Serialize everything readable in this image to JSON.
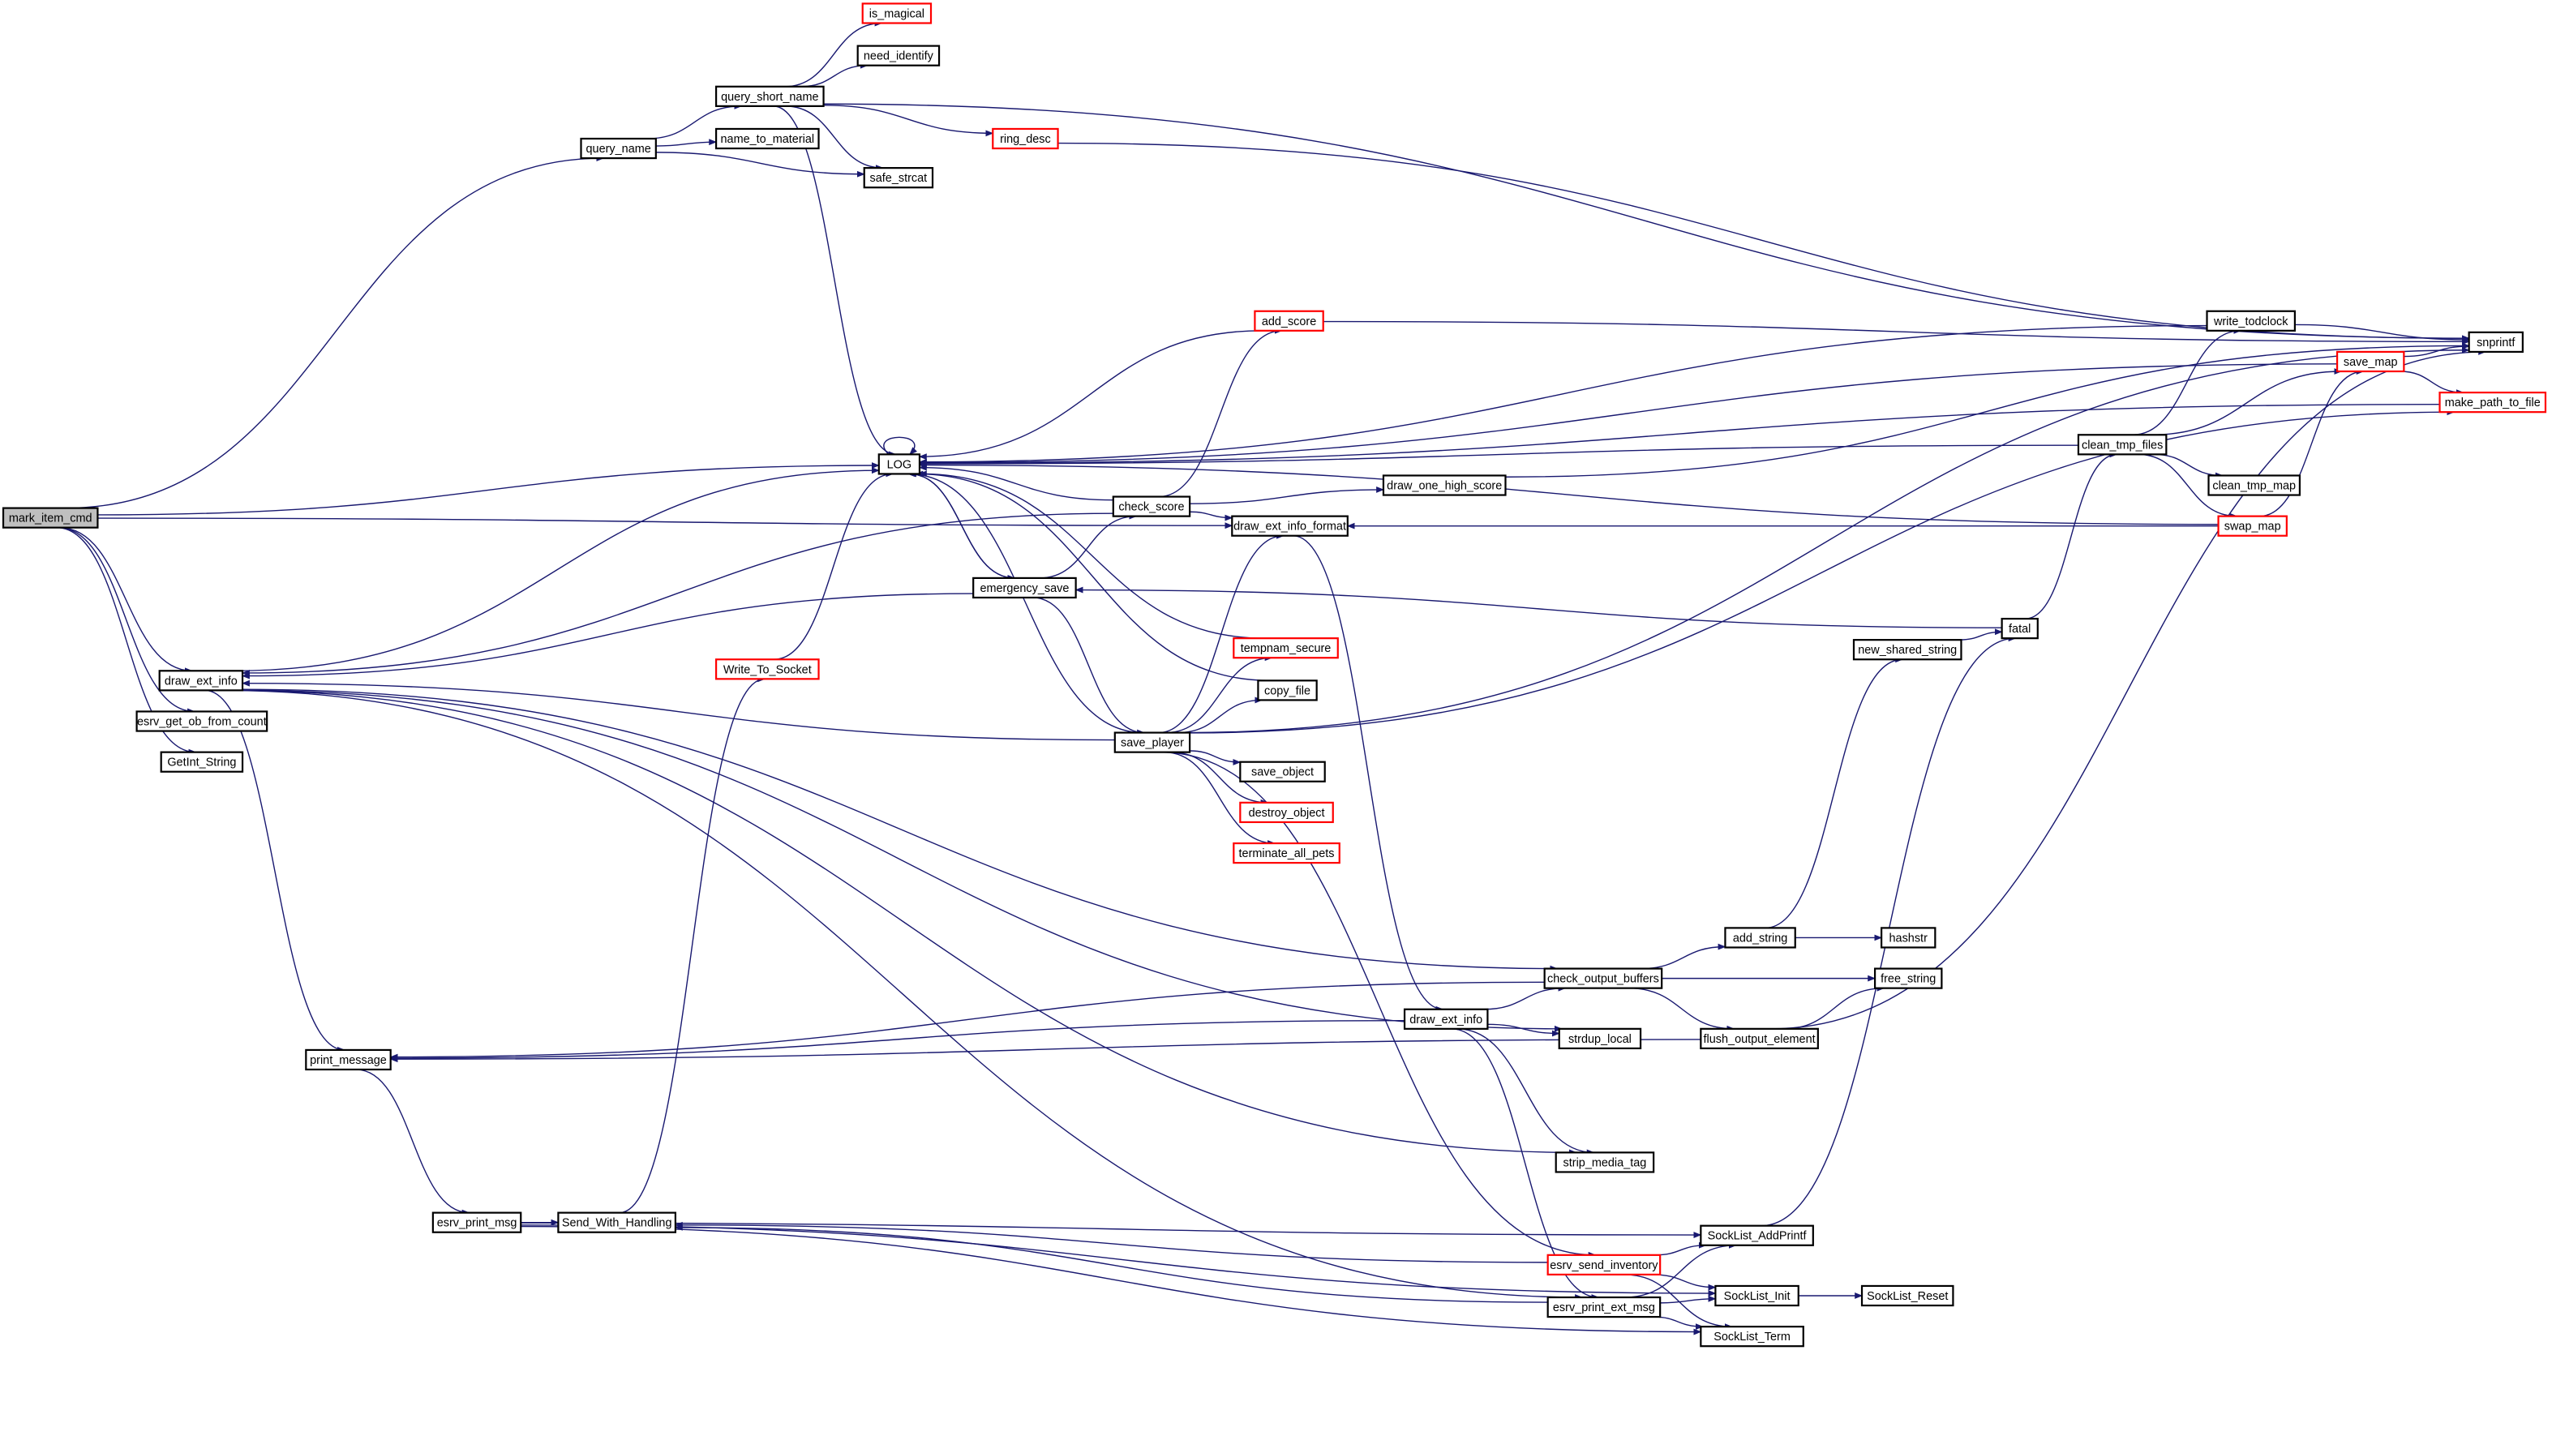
{
  "colors": {
    "edge": "#191970",
    "root_fill": "#bfbfbf",
    "border_normal": "#000000",
    "border_truncated": "#ff0000",
    "node_fill": "#ffffff"
  },
  "nodes": [
    {
      "id": "mark_item_cmd",
      "label": "mark_item_cmd",
      "style": "root"
    },
    {
      "id": "query_name",
      "label": "query_name",
      "style": "normal"
    },
    {
      "id": "query_short_name",
      "label": "query_short_name",
      "style": "normal"
    },
    {
      "id": "is_magical",
      "label": "is_magical",
      "style": "truncated"
    },
    {
      "id": "need_identify",
      "label": "need_identify",
      "style": "normal"
    },
    {
      "id": "name_to_material",
      "label": "name_to_material",
      "style": "normal"
    },
    {
      "id": "safe_strcat",
      "label": "safe_strcat",
      "style": "normal"
    },
    {
      "id": "ring_desc",
      "label": "ring_desc",
      "style": "truncated"
    },
    {
      "id": "LOG",
      "label": "LOG",
      "style": "normal"
    },
    {
      "id": "draw_ext_info_l",
      "label": "draw_ext_info",
      "style": "normal"
    },
    {
      "id": "esrv_get_ob_from_count",
      "label": "esrv_get_ob_from_count",
      "style": "normal"
    },
    {
      "id": "GetInt_String",
      "label": "GetInt_String",
      "style": "normal"
    },
    {
      "id": "Write_To_Socket",
      "label": "Write_To_Socket",
      "style": "truncated"
    },
    {
      "id": "emergency_save",
      "label": "emergency_save",
      "style": "normal"
    },
    {
      "id": "check_score",
      "label": "check_score",
      "style": "normal"
    },
    {
      "id": "draw_ext_info_format",
      "label": "draw_ext_info_format",
      "style": "normal"
    },
    {
      "id": "draw_one_high_score",
      "label": "draw_one_high_score",
      "style": "normal"
    },
    {
      "id": "add_score",
      "label": "add_score",
      "style": "truncated"
    },
    {
      "id": "tempnam_secure",
      "label": "tempnam_secure",
      "style": "truncated"
    },
    {
      "id": "copy_file",
      "label": "copy_file",
      "style": "normal"
    },
    {
      "id": "save_player",
      "label": "save_player",
      "style": "normal"
    },
    {
      "id": "save_object",
      "label": "save_object",
      "style": "normal"
    },
    {
      "id": "destroy_object",
      "label": "destroy_object",
      "style": "truncated"
    },
    {
      "id": "terminate_all_pets",
      "label": "terminate_all_pets",
      "style": "truncated"
    },
    {
      "id": "write_todclock",
      "label": "write_todclock",
      "style": "normal"
    },
    {
      "id": "snprintf",
      "label": "snprintf",
      "style": "normal"
    },
    {
      "id": "save_map",
      "label": "save_map",
      "style": "truncated"
    },
    {
      "id": "make_path_to_file",
      "label": "make_path_to_file",
      "style": "truncated"
    },
    {
      "id": "clean_tmp_files",
      "label": "clean_tmp_files",
      "style": "normal"
    },
    {
      "id": "clean_tmp_map",
      "label": "clean_tmp_map",
      "style": "normal"
    },
    {
      "id": "swap_map",
      "label": "swap_map",
      "style": "truncated"
    },
    {
      "id": "fatal",
      "label": "fatal",
      "style": "normal"
    },
    {
      "id": "new_shared_string",
      "label": "new_shared_string",
      "style": "normal"
    },
    {
      "id": "add_string",
      "label": "add_string",
      "style": "normal"
    },
    {
      "id": "hashstr",
      "label": "hashstr",
      "style": "normal"
    },
    {
      "id": "check_output_buffers",
      "label": "check_output_buffers",
      "style": "normal"
    },
    {
      "id": "free_string",
      "label": "free_string",
      "style": "normal"
    },
    {
      "id": "draw_ext_info_m",
      "label": "draw_ext_info",
      "style": "normal"
    },
    {
      "id": "strdup_local",
      "label": "strdup_local",
      "style": "normal"
    },
    {
      "id": "flush_output_element",
      "label": "flush_output_element",
      "style": "normal"
    },
    {
      "id": "print_message",
      "label": "print_message",
      "style": "normal"
    },
    {
      "id": "strip_media_tag",
      "label": "strip_media_tag",
      "style": "normal"
    },
    {
      "id": "esrv_print_msg",
      "label": "esrv_print_msg",
      "style": "normal"
    },
    {
      "id": "Send_With_Handling",
      "label": "Send_With_Handling",
      "style": "normal"
    },
    {
      "id": "SockList_AddPrintf",
      "label": "SockList_AddPrintf",
      "style": "normal"
    },
    {
      "id": "esrv_send_inventory",
      "label": "esrv_send_inventory",
      "style": "truncated"
    },
    {
      "id": "esrv_print_ext_msg",
      "label": "esrv_print_ext_msg",
      "style": "normal"
    },
    {
      "id": "SockList_Init",
      "label": "SockList_Init",
      "style": "normal"
    },
    {
      "id": "SockList_Reset",
      "label": "SockList_Reset",
      "style": "normal"
    },
    {
      "id": "SockList_Term",
      "label": "SockList_Term",
      "style": "normal"
    }
  ],
  "edges": [
    [
      "mark_item_cmd",
      "query_name"
    ],
    [
      "mark_item_cmd",
      "draw_ext_info_format"
    ],
    [
      "mark_item_cmd",
      "LOG"
    ],
    [
      "mark_item_cmd",
      "draw_ext_info_l"
    ],
    [
      "mark_item_cmd",
      "esrv_get_ob_from_count"
    ],
    [
      "mark_item_cmd",
      "GetInt_String"
    ],
    [
      "query_name",
      "query_short_name"
    ],
    [
      "query_name",
      "name_to_material"
    ],
    [
      "query_name",
      "safe_strcat"
    ],
    [
      "query_short_name",
      "is_magical"
    ],
    [
      "query_short_name",
      "need_identify"
    ],
    [
      "query_short_name",
      "snprintf"
    ],
    [
      "query_short_name",
      "ring_desc"
    ],
    [
      "query_short_name",
      "safe_strcat"
    ],
    [
      "query_short_name",
      "LOG"
    ],
    [
      "ring_desc",
      "snprintf"
    ],
    [
      "LOG",
      "LOG"
    ],
    [
      "LOG",
      "emergency_save"
    ],
    [
      "emergency_save",
      "check_score"
    ],
    [
      "emergency_save",
      "save_player"
    ],
    [
      "emergency_save",
      "draw_ext_info_l"
    ],
    [
      "emergency_save",
      "LOG"
    ],
    [
      "check_score",
      "add_score"
    ],
    [
      "check_score",
      "draw_one_high_score"
    ],
    [
      "check_score",
      "draw_ext_info_format"
    ],
    [
      "check_score",
      "LOG"
    ],
    [
      "check_score",
      "draw_ext_info_l"
    ],
    [
      "add_score",
      "LOG"
    ],
    [
      "add_score",
      "snprintf"
    ],
    [
      "draw_one_high_score",
      "snprintf"
    ],
    [
      "draw_ext_info_format",
      "draw_ext_info_m"
    ],
    [
      "save_player",
      "LOG"
    ],
    [
      "save_player",
      "draw_ext_info_format"
    ],
    [
      "save_player",
      "tempnam_secure"
    ],
    [
      "save_player",
      "copy_file"
    ],
    [
      "save_player",
      "save_object"
    ],
    [
      "save_player",
      "destroy_object"
    ],
    [
      "save_player",
      "terminate_all_pets"
    ],
    [
      "save_player",
      "draw_ext_info_l"
    ],
    [
      "save_player",
      "snprintf"
    ],
    [
      "save_player",
      "make_path_to_file"
    ],
    [
      "save_player",
      "esrv_send_inventory"
    ],
    [
      "tempnam_secure",
      "LOG"
    ],
    [
      "copy_file",
      "LOG"
    ],
    [
      "Write_To_Socket",
      "LOG"
    ],
    [
      "clean_tmp_files",
      "LOG"
    ],
    [
      "clean_tmp_files",
      "write_todclock"
    ],
    [
      "clean_tmp_files",
      "save_map"
    ],
    [
      "clean_tmp_files",
      "clean_tmp_map"
    ],
    [
      "clean_tmp_files",
      "swap_map"
    ],
    [
      "write_todclock",
      "LOG"
    ],
    [
      "write_todclock",
      "snprintf"
    ],
    [
      "save_map",
      "LOG"
    ],
    [
      "save_map",
      "snprintf"
    ],
    [
      "save_map",
      "make_path_to_file"
    ],
    [
      "make_path_to_file",
      "LOG"
    ],
    [
      "swap_map",
      "LOG"
    ],
    [
      "swap_map",
      "save_map"
    ],
    [
      "swap_map",
      "draw_ext_info_format"
    ],
    [
      "fatal",
      "emergency_save"
    ],
    [
      "fatal",
      "clean_tmp_files"
    ],
    [
      "new_shared_string",
      "fatal"
    ],
    [
      "add_string",
      "new_shared_string"
    ],
    [
      "add_string",
      "hashstr"
    ],
    [
      "check_output_buffers",
      "add_string"
    ],
    [
      "check_output_buffers",
      "free_string"
    ],
    [
      "check_output_buffers",
      "flush_output_element"
    ],
    [
      "check_output_buffers",
      "print_message"
    ],
    [
      "flush_output_element",
      "free_string"
    ],
    [
      "flush_output_element",
      "snprintf"
    ],
    [
      "flush_output_element",
      "print_message"
    ],
    [
      "draw_ext_info_m",
      "check_output_buffers"
    ],
    [
      "draw_ext_info_m",
      "strdup_local"
    ],
    [
      "draw_ext_info_m",
      "strip_media_tag"
    ],
    [
      "draw_ext_info_m",
      "print_message"
    ],
    [
      "draw_ext_info_m",
      "esrv_print_ext_msg"
    ],
    [
      "draw_ext_info_l",
      "LOG"
    ],
    [
      "draw_ext_info_l",
      "print_message"
    ],
    [
      "draw_ext_info_l",
      "check_output_buffers"
    ],
    [
      "draw_ext_info_l",
      "strdup_local"
    ],
    [
      "draw_ext_info_l",
      "strip_media_tag"
    ],
    [
      "draw_ext_info_l",
      "esrv_print_ext_msg"
    ],
    [
      "print_message",
      "esrv_print_msg"
    ],
    [
      "esrv_print_msg",
      "Send_With_Handling"
    ],
    [
      "esrv_print_msg",
      "SockList_AddPrintf"
    ],
    [
      "esrv_print_msg",
      "SockList_Init"
    ],
    [
      "esrv_print_msg",
      "SockList_Term"
    ],
    [
      "Send_With_Handling",
      "Write_To_Socket"
    ],
    [
      "SockList_AddPrintf",
      "fatal"
    ],
    [
      "esrv_send_inventory",
      "Send_With_Handling"
    ],
    [
      "esrv_send_inventory",
      "SockList_AddPrintf"
    ],
    [
      "esrv_send_inventory",
      "SockList_Init"
    ],
    [
      "esrv_send_inventory",
      "SockList_Term"
    ],
    [
      "esrv_print_ext_msg",
      "Send_With_Handling"
    ],
    [
      "esrv_print_ext_msg",
      "SockList_AddPrintf"
    ],
    [
      "esrv_print_ext_msg",
      "SockList_Init"
    ],
    [
      "esrv_print_ext_msg",
      "SockList_Term"
    ],
    [
      "SockList_Init",
      "SockList_Reset"
    ]
  ]
}
